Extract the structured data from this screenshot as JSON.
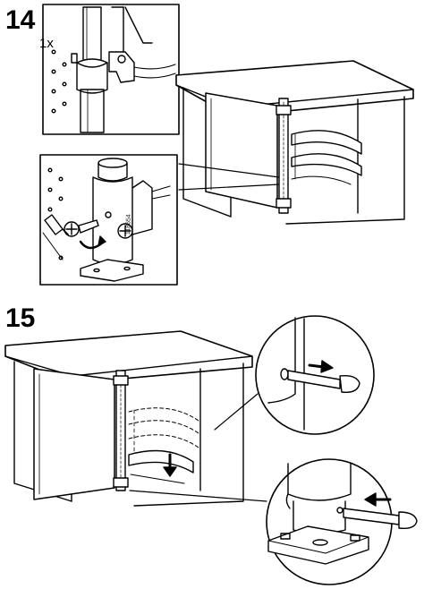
{
  "steps": [
    {
      "number": "14",
      "quantity": "1x",
      "part_code": "118654"
    },
    {
      "number": "15"
    }
  ],
  "colors": {
    "ink": "#000000",
    "paper": "#ffffff",
    "shade": "#d9d9d9"
  }
}
